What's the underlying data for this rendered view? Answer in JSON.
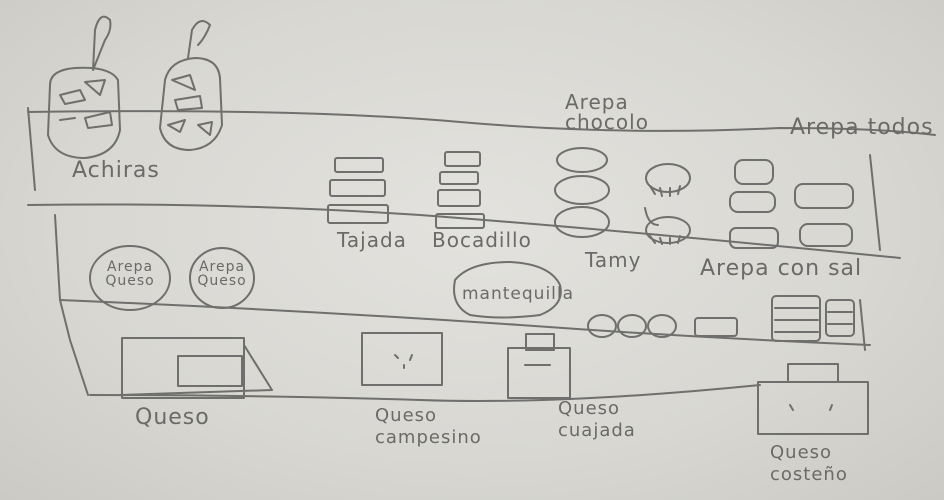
{
  "sketch": {
    "labels": {
      "achiras": "Achiras",
      "arepa_chocolo": "Arepa chocolo",
      "arepa_todos": "Arepa todos",
      "tajada": "Tajada",
      "bocadillo": "Bocadillo",
      "tamal_or_bun": "Tamy",
      "arepa_con_sal": "Arepa con sal",
      "arepa_queso_1": "Arepa Queso",
      "arepa_queso_2": "Arepa Queso",
      "mantequilla": "mantequilla",
      "queso": "Queso",
      "queso_campesino": "Queso campesino",
      "queso_cuajada": "Queso cuajada",
      "queso_costeño": "Queso costeño"
    },
    "ink_color": "#6f6f6d"
  }
}
